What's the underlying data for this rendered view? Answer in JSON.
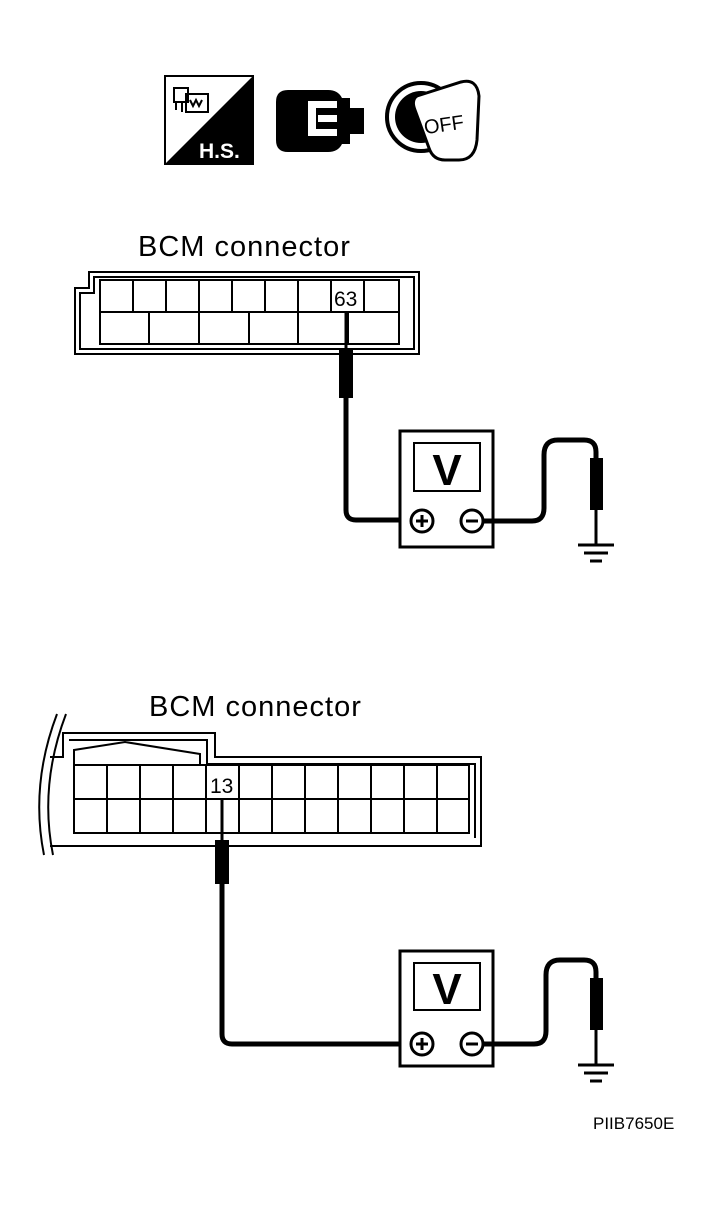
{
  "icons": {
    "harness_icon_text": "H.S.",
    "key_icon_text": "OFF",
    "names": [
      "harness-sensor-icon",
      "connector-icon",
      "ignition-key-off-icon"
    ]
  },
  "diagram1": {
    "title": "BCM connector",
    "pin": "63",
    "meter_label": "V",
    "plus_symbol": "+",
    "minus_symbol": "−"
  },
  "diagram2": {
    "title": "BCM connector",
    "pin": "13",
    "meter_label": "V",
    "plus_symbol": "+",
    "minus_symbol": "−"
  },
  "figure_code": "PIIB7650E",
  "colors": {
    "ink": "#000000",
    "paper": "#ffffff"
  }
}
